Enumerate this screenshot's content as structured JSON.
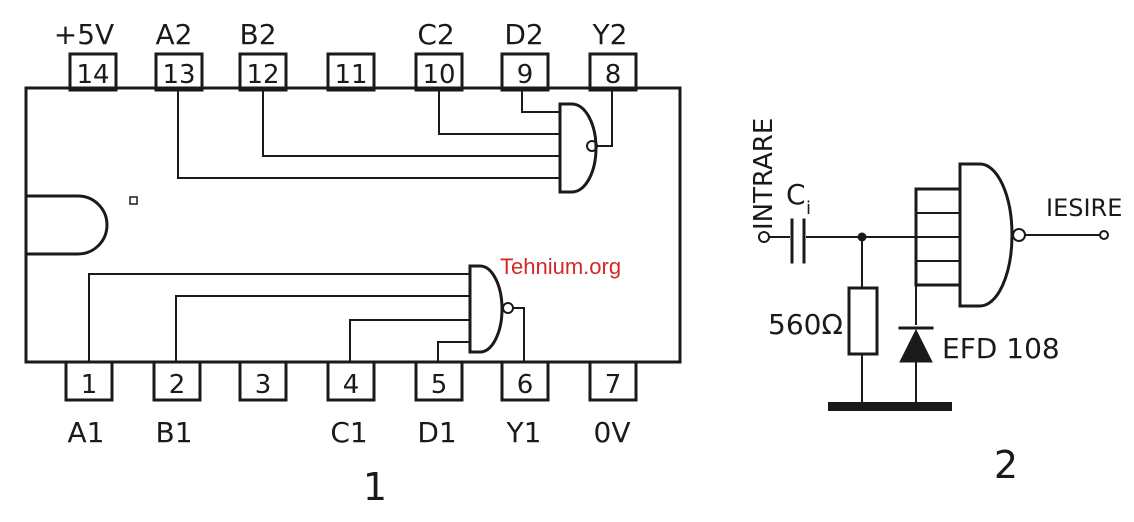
{
  "figure1": {
    "top_pins": [
      {
        "num": "14",
        "label": "+5V"
      },
      {
        "num": "13",
        "label": "A2"
      },
      {
        "num": "12",
        "label": "B2"
      },
      {
        "num": "11",
        "label": ""
      },
      {
        "num": "10",
        "label": "C2"
      },
      {
        "num": "9",
        "label": "D2"
      },
      {
        "num": "8",
        "label": "Y2"
      }
    ],
    "bottom_pins": [
      {
        "num": "1",
        "label": "A1"
      },
      {
        "num": "2",
        "label": "B1"
      },
      {
        "num": "3",
        "label": ""
      },
      {
        "num": "4",
        "label": "C1"
      },
      {
        "num": "5",
        "label": "D1"
      },
      {
        "num": "6",
        "label": "Y1"
      },
      {
        "num": "7",
        "label": "0V"
      }
    ],
    "caption": "1"
  },
  "figure2": {
    "input_label": "INTRARE",
    "capacitor_label": "C",
    "capacitor_sub": "i",
    "resistor_label": "560Ω",
    "diode_label": "EFD 108",
    "output_label": "IESIRE",
    "caption": "2"
  },
  "watermark": "Tehnium.org"
}
